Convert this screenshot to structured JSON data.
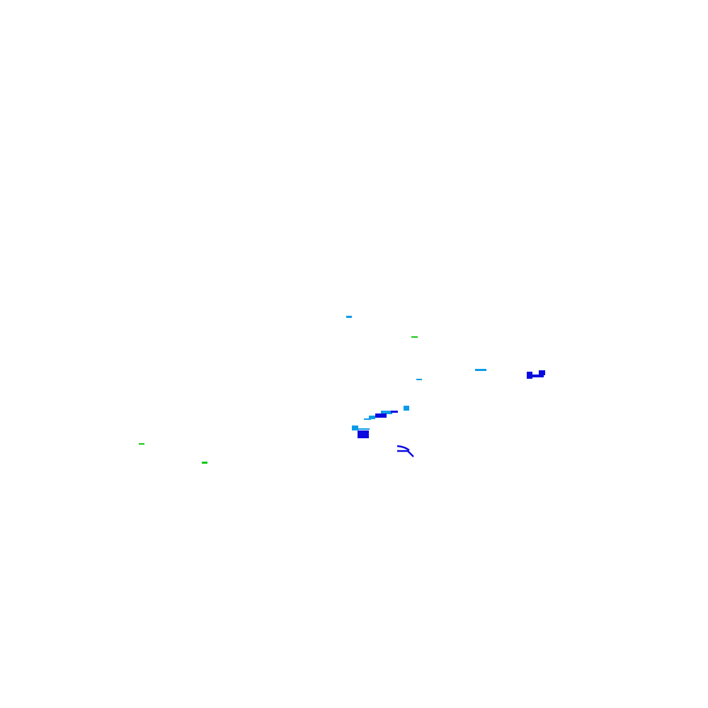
{
  "palette": {
    "background": "#ffffff",
    "light_blue": "#0a9be8",
    "dark_blue": "#0a0ae0",
    "green": "#12c812"
  },
  "features": [
    {
      "id": "light-blue-dash-1",
      "color_key": "light_blue"
    },
    {
      "id": "green-dash-1",
      "color_key": "green"
    },
    {
      "id": "light-blue-dash-2",
      "color_key": "light_blue"
    },
    {
      "id": "light-blue-dash-3",
      "color_key": "light_blue"
    },
    {
      "id": "dark-blue-cluster-right",
      "color_key": "dark_blue"
    },
    {
      "id": "light-blue-square-1",
      "color_key": "light_blue"
    },
    {
      "id": "diagonal-blue-cluster",
      "color_key": "dark_blue"
    },
    {
      "id": "dark-blue-block",
      "color_key": "dark_blue"
    },
    {
      "id": "dark-blue-curve",
      "color_key": "dark_blue"
    },
    {
      "id": "green-dash-2",
      "color_key": "green"
    },
    {
      "id": "green-dash-3",
      "color_key": "green"
    }
  ]
}
